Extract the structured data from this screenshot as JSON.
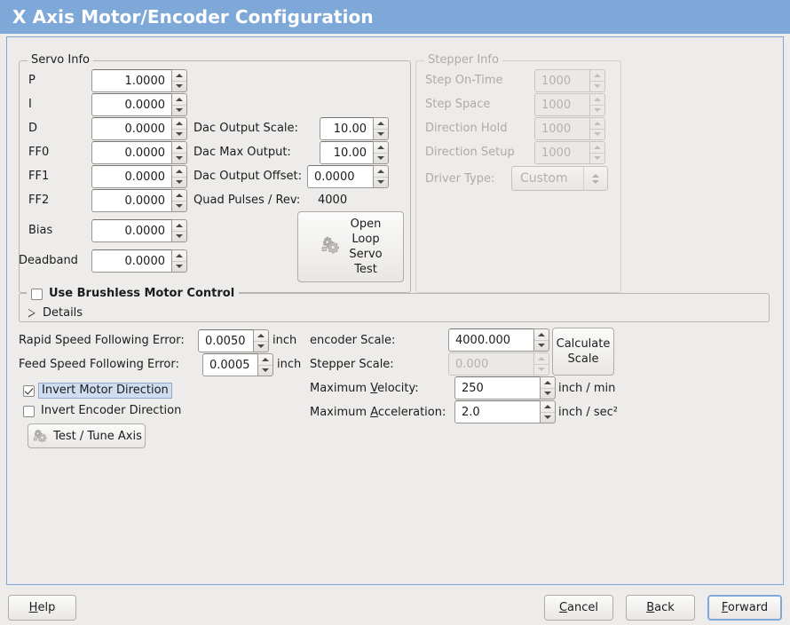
{
  "window": {
    "title": "X Axis Motor/Encoder Configuration"
  },
  "servo_info": {
    "legend": "Servo Info",
    "fields": [
      {
        "label": "P",
        "value": "1.0000"
      },
      {
        "label": "I",
        "value": "0.0000"
      },
      {
        "label": "D",
        "value": "0.0000"
      },
      {
        "label": "FF0",
        "value": "0.0000"
      },
      {
        "label": "FF1",
        "value": "0.0000"
      },
      {
        "label": "FF2",
        "value": "0.0000"
      },
      {
        "label": "Bias",
        "value": "0.0000"
      },
      {
        "label": "Deadband",
        "value": "0.0000"
      }
    ],
    "dac": [
      {
        "label": "Dac Output Scale:",
        "value": "10.00"
      },
      {
        "label": "Dac Max Output:",
        "value": "10.00"
      },
      {
        "label": "Dac Output Offset:",
        "value": "0.0000"
      }
    ],
    "quad_pulses_label": "Quad Pulses / Rev:",
    "quad_pulses_value": "4000",
    "open_loop_button": "Open\nLoop\nServo\nTest",
    "open_loop_lines": [
      "Open",
      "Loop",
      "Servo",
      "Test"
    ],
    "open_loop_icon": "gears-icon"
  },
  "stepper_info": {
    "legend": "Stepper Info",
    "disabled": true,
    "fields": [
      {
        "label": "Step On-Time",
        "value": "1000"
      },
      {
        "label": "Step Space",
        "value": "1000"
      },
      {
        "label": "Direction Hold",
        "value": "1000"
      },
      {
        "label": "Direction Setup",
        "value": "1000"
      }
    ],
    "driver_type_label": "Driver Type:",
    "driver_type_value": "Custom"
  },
  "brushless": {
    "checkbox_label": "Use Brushless Motor Control",
    "checked": false,
    "details_label": "Details",
    "details_expanded": false
  },
  "tuning": {
    "rapid_error_label": "Rapid Speed Following Error:",
    "rapid_error_value": "0.0050",
    "rapid_error_unit": "inch",
    "feed_error_label": "Feed Speed Following Error:",
    "feed_error_value": "0.0005",
    "feed_error_unit": "inch",
    "invert_motor_label": "Invert Motor Direction",
    "invert_motor_checked": true,
    "invert_encoder_label": "Invert Encoder Direction",
    "invert_encoder_checked": false,
    "test_tune_label": "Test / Tune Axis",
    "test_tune_icon": "gears-icon"
  },
  "scales": {
    "encoder_scale_label": "encoder Scale:",
    "encoder_scale_value": "4000.000",
    "stepper_scale_label": "Stepper Scale:",
    "stepper_scale_value": "0.000",
    "stepper_scale_disabled": true,
    "calculate_scale_lines": [
      "Calculate",
      "Scale"
    ],
    "max_velocity_label_pre": "Maximum ",
    "max_velocity_mnemonic": "V",
    "max_velocity_label_post": "elocity:",
    "max_velocity_value": "250",
    "max_velocity_unit": "inch / min",
    "max_accel_label_pre": "Maximum ",
    "max_accel_mnemonic": "A",
    "max_accel_label_post": "cceleration:",
    "max_accel_value": "2.0",
    "max_accel_unit": "inch / sec²"
  },
  "actions": {
    "help": {
      "mnemonic": "H",
      "rest": "elp"
    },
    "cancel": {
      "mnemonic": "C",
      "rest": "ancel"
    },
    "back": {
      "mnemonic": "B",
      "rest": "ack"
    },
    "forward": {
      "mnemonic": "F",
      "rest": "orward",
      "focused": true
    }
  },
  "colors": {
    "title_bar": "#7ea8d8",
    "window_bg": "#edecea",
    "focus_highlight": "#cfddf0",
    "disabled_text": "#aeaba6"
  }
}
